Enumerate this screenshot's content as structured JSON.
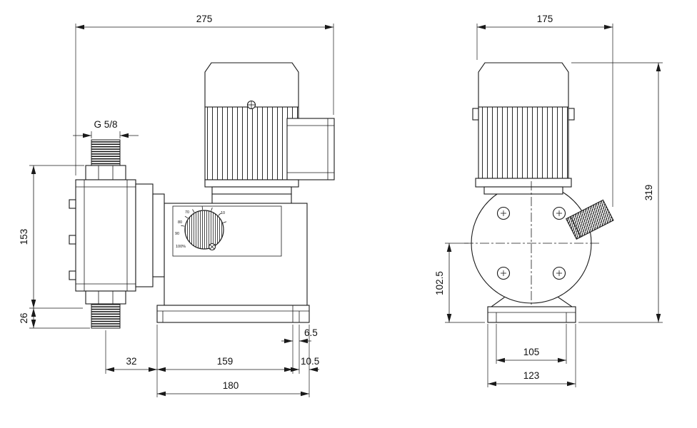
{
  "drawing": {
    "colors": {
      "background": "#ffffff",
      "lines": "#1a1a1a"
    },
    "views": {
      "side": {
        "dims": {
          "width_total": "275",
          "thread": "G 5/8",
          "height": "153",
          "base_offset": "26",
          "seg_32": "32",
          "seg_159": "159",
          "seg_6_5": "6.5",
          "seg_10_5": "10.5",
          "base_length": "180"
        },
        "dial_labels": [
          "70",
          "80",
          "90",
          "100%",
          "10"
        ]
      },
      "front": {
        "dims": {
          "width_top": "175",
          "height_total": "319",
          "height_center": "102.5",
          "feet_width": "105",
          "base_width": "123"
        }
      }
    }
  }
}
